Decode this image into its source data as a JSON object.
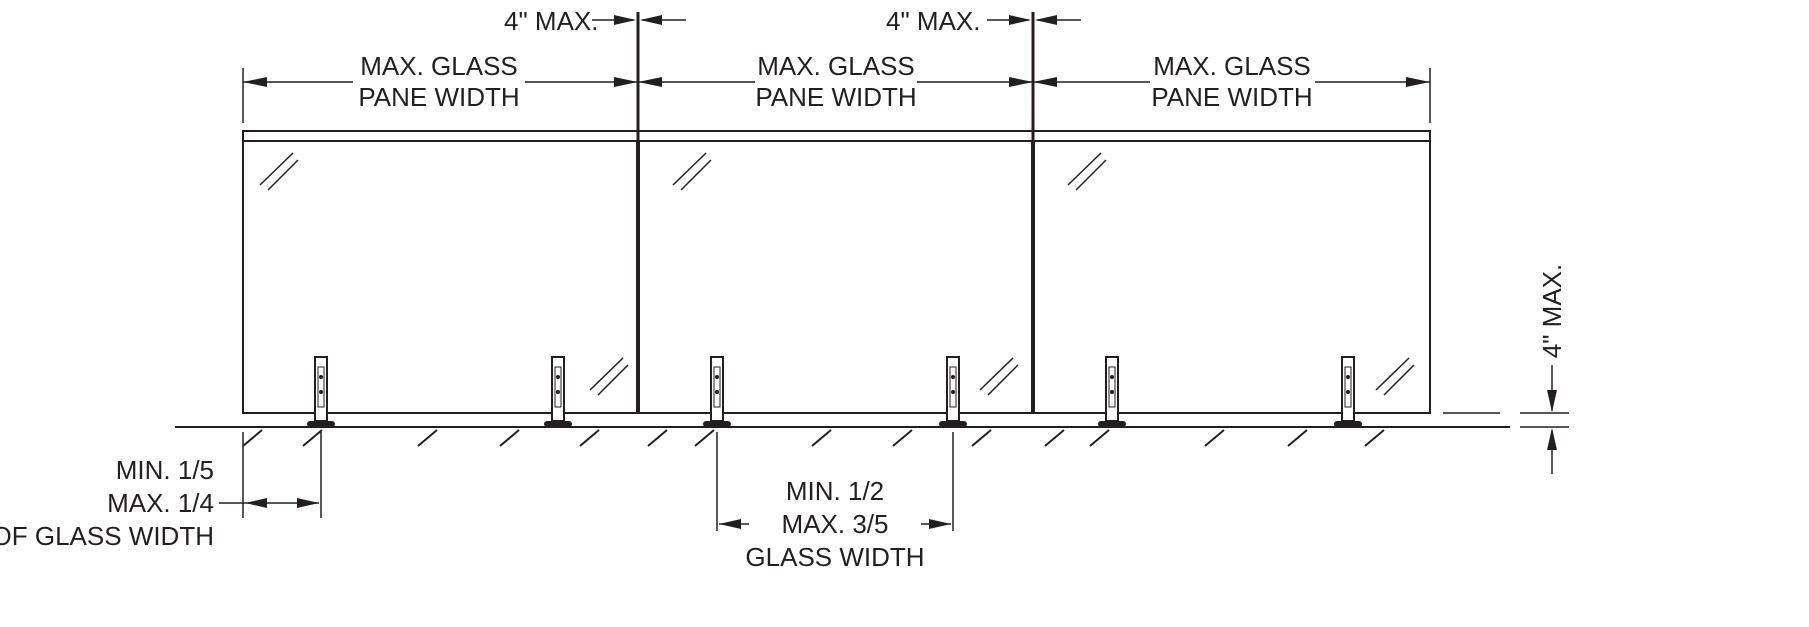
{
  "labels": {
    "gap_top_left": "4\" MAX.",
    "gap_top_right": "4\" MAX.",
    "pane_width_line1": "MAX. GLASS",
    "pane_width_line2": "PANE WIDTH",
    "gap_bottom_vertical": "4\" MAX.",
    "edge_offset_line1": "MIN. 1/5",
    "edge_offset_line2": "MAX. 1/4",
    "edge_offset_line3": "OF GLASS WIDTH",
    "spacing_line1": "MIN. 1/2",
    "spacing_line2": "MAX. 3/5",
    "spacing_line3": "GLASS WIDTH"
  },
  "panes": [
    {
      "name": "left"
    },
    {
      "name": "center"
    },
    {
      "name": "right"
    }
  ],
  "colors": {
    "line": "#231f20",
    "glass": "#ffffff"
  }
}
